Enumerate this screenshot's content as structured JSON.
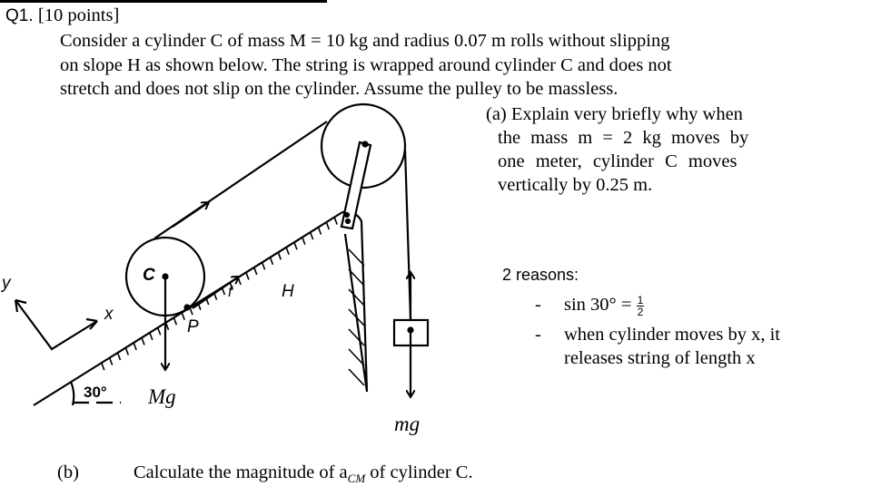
{
  "question": {
    "number": "Q1.",
    "points": "[10 points]",
    "intro_lines": [
      "Consider a cylinder C of mass M = 10 kg and radius 0.07 m rolls without slipping",
      "on slope H as shown below. The string is wrapped around cylinder C and does not",
      "stretch and does not slip on the cylinder. Assume the pulley to be massless."
    ]
  },
  "part_a": {
    "lines": [
      "(a) Explain very briefly why when",
      "the mass m = 2 kg moves by",
      "one meter, cylinder C moves",
      "vertically by 0.25 m."
    ]
  },
  "answer": {
    "heading": "2 reasons:",
    "bullets": [
      {
        "marker": "-",
        "text": "sin 30° =",
        "frac_num": "1",
        "frac_den": "2"
      },
      {
        "marker": "-",
        "text": "when cylinder moves by x, it",
        "text2": "releases string of length x"
      }
    ]
  },
  "part_b": {
    "label": "(b)",
    "text": "Calculate the magnitude of a",
    "subscript": "CM",
    "text_end": " of cylinder C."
  },
  "diagram": {
    "labels": {
      "C": "C",
      "P": "P",
      "f": "f",
      "H": "H",
      "x": "x",
      "y": "y",
      "angle": "30°",
      "Mg": "Mg",
      "mg": "mg"
    }
  }
}
